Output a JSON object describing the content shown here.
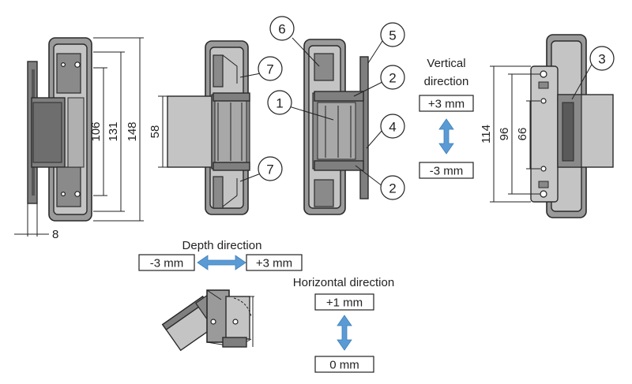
{
  "dimensions": {
    "d106": "106",
    "d131": "131",
    "d148": "148",
    "d58": "58",
    "d8": "8",
    "d114": "114",
    "d96": "96",
    "d66": "66"
  },
  "callouts": [
    "1",
    "2",
    "3",
    "4",
    "5",
    "6",
    "7"
  ],
  "vertical": {
    "title_line1": "Vertical",
    "title_line2": "direction",
    "plus": "+3 mm",
    "minus": "-3 mm"
  },
  "depth": {
    "title": "Depth direction",
    "minus": "-3 mm",
    "plus": "+3 mm"
  },
  "horizontal": {
    "title": "Horizontal direction",
    "plus": "+1 mm",
    "zero": "0 mm"
  },
  "colors": {
    "arrow": "#5b9bd5",
    "metal": "#9a9a9a",
    "outline": "#2b2b2b"
  }
}
